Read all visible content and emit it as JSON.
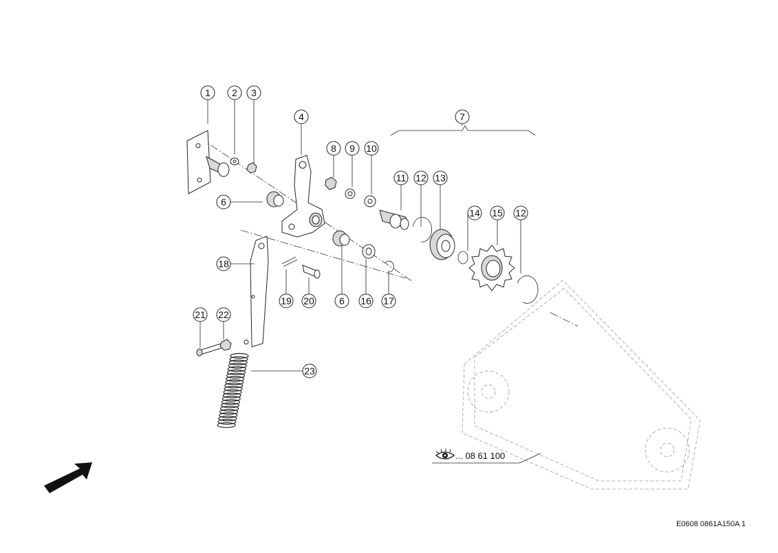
{
  "diagram": {
    "callouts": [
      "1",
      "2",
      "3",
      "4",
      "6",
      "7",
      "8",
      "9",
      "10",
      "11",
      "12",
      "13",
      "14",
      "15",
      "12",
      "6",
      "16",
      "17",
      "18",
      "19",
      "20",
      "21",
      "22",
      "23"
    ],
    "reference": {
      "icon": "eye-icon",
      "text": "... 08 61 100"
    },
    "drawing_code": "E0608 0861A150A 1",
    "direction_arrow": "arrow-icon"
  }
}
